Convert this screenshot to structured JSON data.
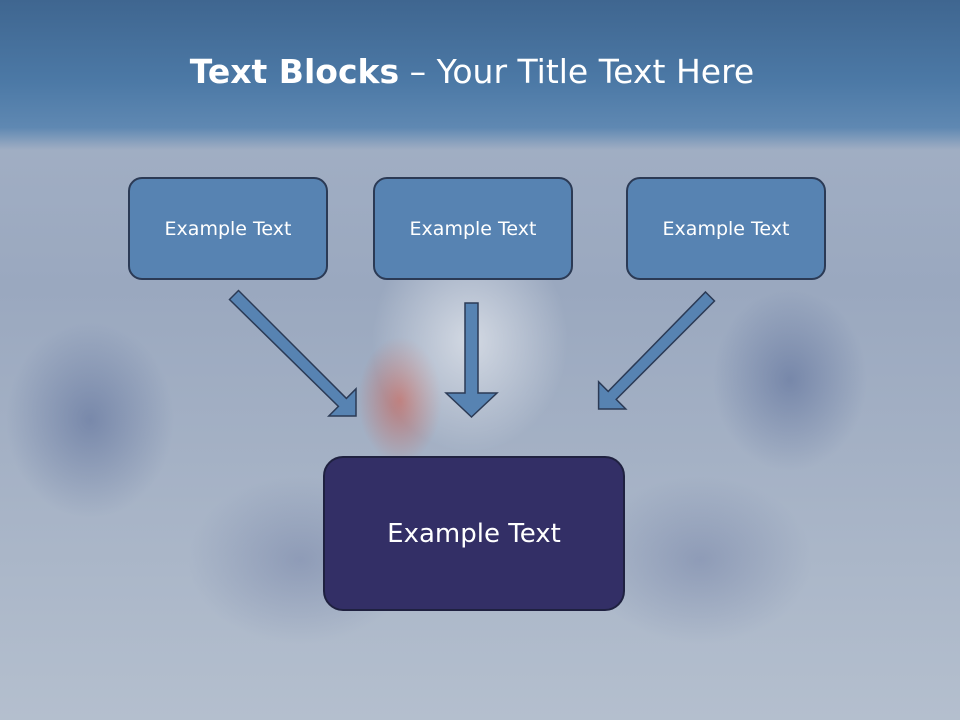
{
  "slide": {
    "title_bold": "Text Blocks",
    "title_sep": " – ",
    "title_rest": "Your Title Text Here"
  },
  "blocks": {
    "top": [
      {
        "label": "Example Text"
      },
      {
        "label": "Example Text"
      },
      {
        "label": "Example Text"
      }
    ],
    "main": {
      "label": "Example Text"
    }
  },
  "colors": {
    "header": "#4c79a6",
    "top_box_fill": "#5783b2",
    "main_box_fill": "#332f66",
    "arrow_fill": "#5783b2",
    "arrow_stroke": "#2b3a55"
  }
}
